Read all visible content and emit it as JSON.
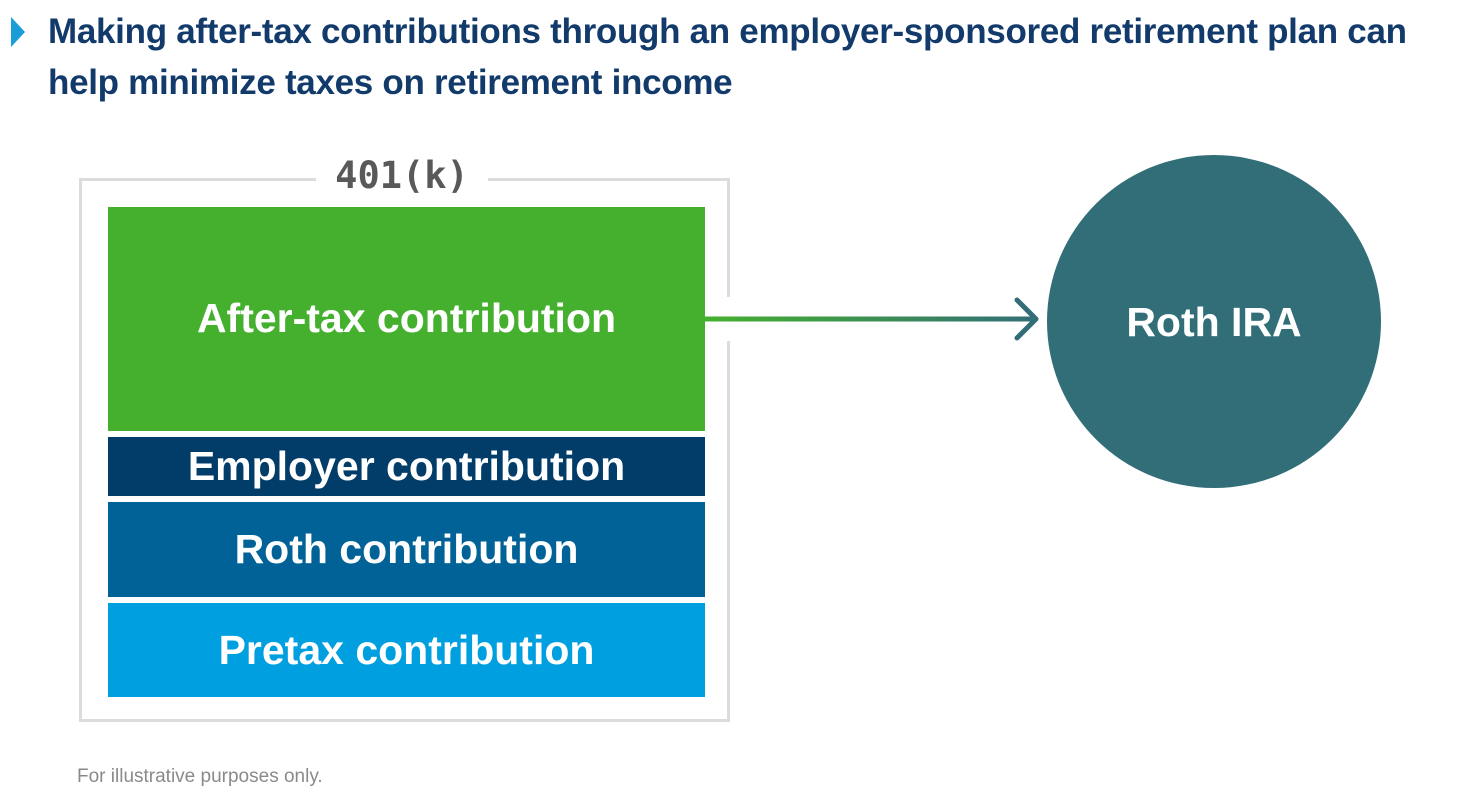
{
  "headline": {
    "text": "Making after-tax contributions through an employer-sponsored retirement plan can help minimize taxes on retirement income"
  },
  "plan": {
    "title": "401(k)",
    "blocks": [
      {
        "label": "After-tax contribution",
        "color": "#45b02e"
      },
      {
        "label": "Employer contribution",
        "color": "#023d69"
      },
      {
        "label": "Roth contribution",
        "color": "#006297"
      },
      {
        "label": "Pretax contribution",
        "color": "#009fe0"
      }
    ]
  },
  "destination": {
    "label": "Roth IRA",
    "color": "#326e78"
  },
  "flow": {
    "from": "After-tax contribution",
    "to": "Roth IRA",
    "gradient_start": "#45b02e",
    "gradient_end": "#326e78"
  },
  "footnote": "For illustrative purposes only.",
  "icons": {
    "headline_marker": "triangle-right-icon",
    "flow_arrow": "arrow-right-icon"
  }
}
